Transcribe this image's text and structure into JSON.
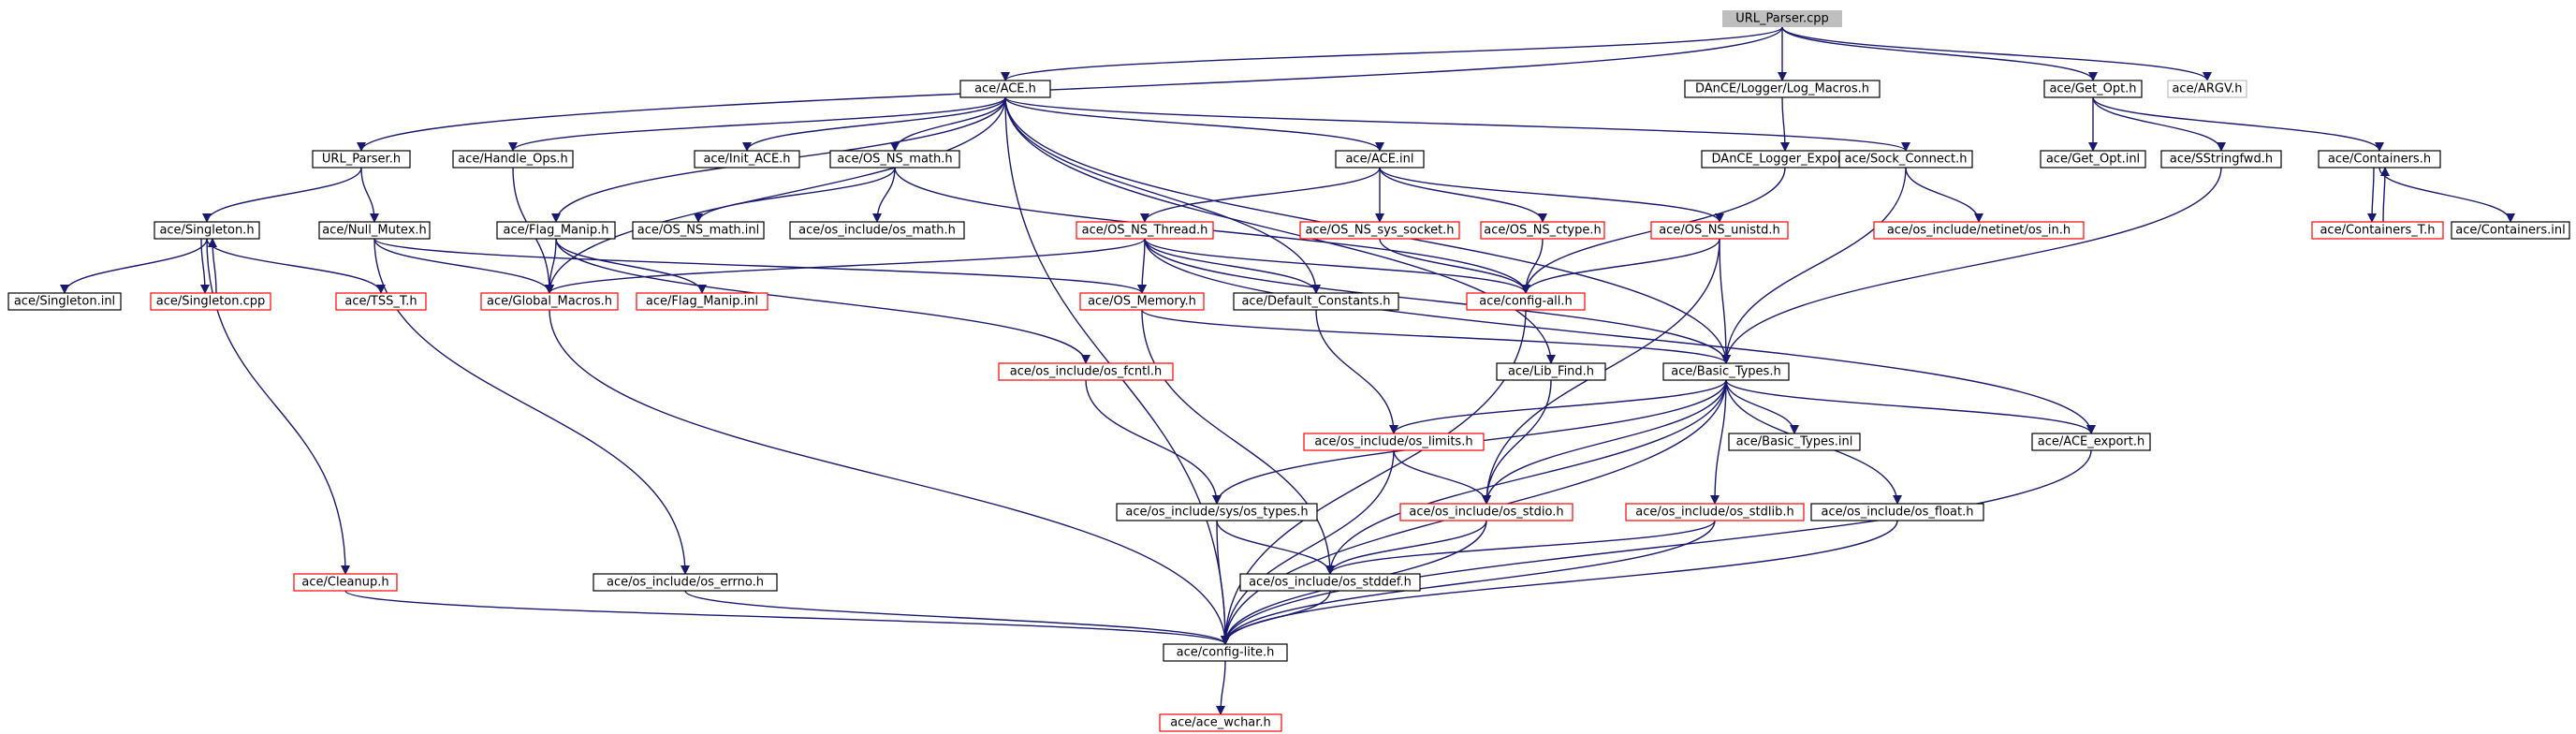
{
  "diagram": {
    "title": "",
    "colors": {
      "edge": "#191970",
      "normal_border": "#000000",
      "incomplete_border": "#ff0000",
      "external_border": "#bfbfbf",
      "root_fill": "#bfbfbf"
    },
    "nodes": [
      {
        "id": "url_parser_cpp",
        "label": "URL_Parser.cpp",
        "style": "root"
      },
      {
        "id": "ace_h",
        "label": "ace/ACE.h",
        "style": "normal"
      },
      {
        "id": "log_macros",
        "label": "DAnCE/Logger/Log_Macros.h",
        "style": "normal"
      },
      {
        "id": "get_opt_h",
        "label": "ace/Get_Opt.h",
        "style": "normal"
      },
      {
        "id": "argv_h",
        "label": "ace/ARGV.h",
        "style": "gray"
      },
      {
        "id": "url_parser_h",
        "label": "URL_Parser.h",
        "style": "normal"
      },
      {
        "id": "handle_ops",
        "label": "ace/Handle_Ops.h",
        "style": "normal"
      },
      {
        "id": "init_ace",
        "label": "ace/Init_ACE.h",
        "style": "normal"
      },
      {
        "id": "os_ns_math_h",
        "label": "ace/OS_NS_math.h",
        "style": "normal"
      },
      {
        "id": "ace_inl",
        "label": "ace/ACE.inl",
        "style": "normal"
      },
      {
        "id": "logger_export",
        "label": "DAnCE_Logger_Export.h",
        "style": "normal"
      },
      {
        "id": "sock_connect",
        "label": "ace/Sock_Connect.h",
        "style": "normal"
      },
      {
        "id": "get_opt_inl",
        "label": "ace/Get_Opt.inl",
        "style": "normal"
      },
      {
        "id": "sstringfwd",
        "label": "ace/SStringfwd.h",
        "style": "normal"
      },
      {
        "id": "containers_h",
        "label": "ace/Containers.h",
        "style": "normal"
      },
      {
        "id": "singleton_h",
        "label": "ace/Singleton.h",
        "style": "normal"
      },
      {
        "id": "null_mutex",
        "label": "ace/Null_Mutex.h",
        "style": "normal"
      },
      {
        "id": "flag_manip_h",
        "label": "ace/Flag_Manip.h",
        "style": "normal"
      },
      {
        "id": "os_ns_math_inl",
        "label": "ace/OS_NS_math.inl",
        "style": "normal"
      },
      {
        "id": "os_math",
        "label": "ace/os_include/os_math.h",
        "style": "normal"
      },
      {
        "id": "os_ns_thread",
        "label": "ace/OS_NS_Thread.h",
        "style": "red"
      },
      {
        "id": "os_ns_sys_socket",
        "label": "ace/OS_NS_sys_socket.h",
        "style": "red"
      },
      {
        "id": "os_ns_ctype",
        "label": "ace/OS_NS_ctype.h",
        "style": "red"
      },
      {
        "id": "os_ns_unistd",
        "label": "ace/OS_NS_unistd.h",
        "style": "red"
      },
      {
        "id": "netinet_in",
        "label": "ace/os_include/netinet/os_in.h",
        "style": "red"
      },
      {
        "id": "containers_t",
        "label": "ace/Containers_T.h",
        "style": "red"
      },
      {
        "id": "containers_inl",
        "label": "ace/Containers.inl",
        "style": "normal"
      },
      {
        "id": "singleton_inl",
        "label": "ace/Singleton.inl",
        "style": "normal"
      },
      {
        "id": "singleton_cpp",
        "label": "ace/Singleton.cpp",
        "style": "red"
      },
      {
        "id": "tss_t",
        "label": "ace/TSS_T.h",
        "style": "red"
      },
      {
        "id": "global_macros",
        "label": "ace/Global_Macros.h",
        "style": "red"
      },
      {
        "id": "flag_manip_inl",
        "label": "ace/Flag_Manip.inl",
        "style": "red"
      },
      {
        "id": "os_memory",
        "label": "ace/OS_Memory.h",
        "style": "red"
      },
      {
        "id": "default_constants",
        "label": "ace/Default_Constants.h",
        "style": "normal"
      },
      {
        "id": "config_all",
        "label": "ace/config-all.h",
        "style": "red"
      },
      {
        "id": "os_fcntl",
        "label": "ace/os_include/os_fcntl.h",
        "style": "red"
      },
      {
        "id": "lib_find",
        "label": "ace/Lib_Find.h",
        "style": "normal"
      },
      {
        "id": "basic_types_h",
        "label": "ace/Basic_Types.h",
        "style": "normal"
      },
      {
        "id": "os_limits",
        "label": "ace/os_include/os_limits.h",
        "style": "red"
      },
      {
        "id": "basic_types_inl",
        "label": "ace/Basic_Types.inl",
        "style": "normal"
      },
      {
        "id": "ace_export",
        "label": "ace/ACE_export.h",
        "style": "normal"
      },
      {
        "id": "os_types",
        "label": "ace/os_include/sys/os_types.h",
        "style": "normal"
      },
      {
        "id": "os_stdio",
        "label": "ace/os_include/os_stdio.h",
        "style": "red"
      },
      {
        "id": "os_stdlib",
        "label": "ace/os_include/os_stdlib.h",
        "style": "red"
      },
      {
        "id": "os_float",
        "label": "ace/os_include/os_float.h",
        "style": "normal"
      },
      {
        "id": "cleanup",
        "label": "ace/Cleanup.h",
        "style": "red"
      },
      {
        "id": "os_errno",
        "label": "ace/os_include/os_errno.h",
        "style": "normal"
      },
      {
        "id": "os_stddef",
        "label": "ace/os_include/os_stddef.h",
        "style": "normal"
      },
      {
        "id": "config_lite",
        "label": "ace/config-lite.h",
        "style": "normal"
      },
      {
        "id": "ace_wchar",
        "label": "ace/ace_wchar.h",
        "style": "red"
      }
    ],
    "edges": [
      [
        "url_parser_cpp",
        "ace_h"
      ],
      [
        "url_parser_cpp",
        "log_macros"
      ],
      [
        "url_parser_cpp",
        "get_opt_h"
      ],
      [
        "url_parser_cpp",
        "argv_h"
      ],
      [
        "url_parser_cpp",
        "url_parser_h"
      ],
      [
        "ace_h",
        "handle_ops"
      ],
      [
        "ace_h",
        "init_ace"
      ],
      [
        "ace_h",
        "os_ns_math_h"
      ],
      [
        "ace_h",
        "ace_inl"
      ],
      [
        "ace_h",
        "flag_manip_h"
      ],
      [
        "ace_h",
        "config_lite"
      ],
      [
        "ace_h",
        "default_constants"
      ],
      [
        "ace_h",
        "lib_find"
      ],
      [
        "ace_h",
        "sock_connect"
      ],
      [
        "ace_h",
        "global_macros"
      ],
      [
        "ace_h",
        "basic_types_h"
      ],
      [
        "log_macros",
        "logger_export"
      ],
      [
        "get_opt_h",
        "get_opt_inl"
      ],
      [
        "get_opt_h",
        "sstringfwd"
      ],
      [
        "get_opt_h",
        "containers_h"
      ],
      [
        "url_parser_h",
        "singleton_h"
      ],
      [
        "url_parser_h",
        "null_mutex"
      ],
      [
        "handle_ops",
        "global_macros"
      ],
      [
        "os_ns_math_h",
        "os_ns_math_inl"
      ],
      [
        "os_ns_math_h",
        "os_math"
      ],
      [
        "os_ns_math_h",
        "config_all"
      ],
      [
        "ace_inl",
        "os_ns_thread"
      ],
      [
        "ace_inl",
        "os_ns_sys_socket"
      ],
      [
        "ace_inl",
        "os_ns_ctype"
      ],
      [
        "ace_inl",
        "os_ns_unistd"
      ],
      [
        "logger_export",
        "config_all"
      ],
      [
        "sock_connect",
        "netinet_in"
      ],
      [
        "sock_connect",
        "basic_types_h"
      ],
      [
        "sstringfwd",
        "basic_types_h"
      ],
      [
        "containers_h",
        "containers_t"
      ],
      [
        "containers_h",
        "containers_inl"
      ],
      [
        "containers_t",
        "containers_h"
      ],
      [
        "singleton_h",
        "singleton_inl"
      ],
      [
        "singleton_h",
        "singleton_cpp"
      ],
      [
        "singleton_h",
        "tss_t"
      ],
      [
        "singleton_h",
        "cleanup"
      ],
      [
        "singleton_cpp",
        "singleton_h"
      ],
      [
        "null_mutex",
        "global_macros"
      ],
      [
        "null_mutex",
        "os_errno"
      ],
      [
        "null_mutex",
        "os_memory"
      ],
      [
        "flag_manip_h",
        "global_macros"
      ],
      [
        "flag_manip_h",
        "flag_manip_inl"
      ],
      [
        "flag_manip_h",
        "os_fcntl"
      ],
      [
        "os_ns_thread",
        "global_macros"
      ],
      [
        "os_ns_thread",
        "os_memory"
      ],
      [
        "os_ns_thread",
        "default_constants"
      ],
      [
        "os_ns_thread",
        "config_all"
      ],
      [
        "os_ns_thread",
        "basic_types_h"
      ],
      [
        "os_ns_thread",
        "ace_export"
      ],
      [
        "os_ns_sys_socket",
        "config_all"
      ],
      [
        "os_ns_ctype",
        "config_all"
      ],
      [
        "os_ns_unistd",
        "basic_types_h"
      ],
      [
        "os_ns_unistd",
        "os_stdio"
      ],
      [
        "os_ns_unistd",
        "config_all"
      ],
      [
        "global_macros",
        "config_lite"
      ],
      [
        "os_memory",
        "basic_types_h"
      ],
      [
        "os_memory",
        "os_stddef"
      ],
      [
        "default_constants",
        "os_limits"
      ],
      [
        "config_all",
        "config_lite"
      ],
      [
        "os_fcntl",
        "os_types"
      ],
      [
        "lib_find",
        "os_stdio"
      ],
      [
        "basic_types_h",
        "config_lite"
      ],
      [
        "basic_types_h",
        "os_limits"
      ],
      [
        "basic_types_h",
        "basic_types_inl"
      ],
      [
        "basic_types_h",
        "ace_export"
      ],
      [
        "basic_types_h",
        "os_types"
      ],
      [
        "basic_types_h",
        "os_stdio"
      ],
      [
        "basic_types_h",
        "os_stdlib"
      ],
      [
        "basic_types_h",
        "os_float"
      ],
      [
        "basic_types_h",
        "os_stddef"
      ],
      [
        "os_limits",
        "os_stdio"
      ],
      [
        "os_limits",
        "config_lite"
      ],
      [
        "ace_export",
        "config_lite"
      ],
      [
        "os_types",
        "os_stddef"
      ],
      [
        "os_types",
        "config_lite"
      ],
      [
        "os_stdio",
        "os_stddef"
      ],
      [
        "os_stdio",
        "config_lite"
      ],
      [
        "os_stdlib",
        "os_stddef"
      ],
      [
        "os_stdlib",
        "config_lite"
      ],
      [
        "os_float",
        "config_lite"
      ],
      [
        "cleanup",
        "config_lite"
      ],
      [
        "os_errno",
        "config_lite"
      ],
      [
        "os_stddef",
        "config_lite"
      ],
      [
        "config_lite",
        "ace_wchar"
      ]
    ]
  }
}
